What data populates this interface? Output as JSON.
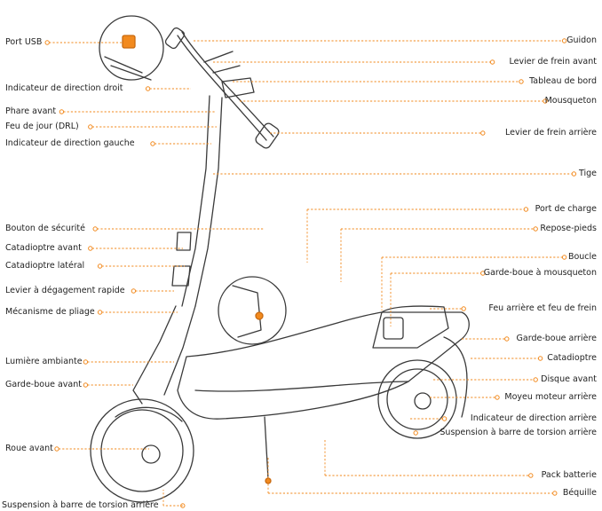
{
  "colors": {
    "accent": "#f28a1e",
    "line": "#3a3a3a",
    "text": "#222222"
  },
  "labels": {
    "left": [
      "Port USB",
      "Indicateur de direction droit",
      "Phare avant",
      "Feu de jour (DRL)",
      "Indicateur de direction gauche",
      "Bouton de sécurité",
      "Catadioptre avant",
      "Catadioptre latéral",
      "Levier à dégagement rapide",
      "Mécanisme de pliage",
      "Lumière ambiante",
      "Garde-boue avant",
      "Roue avant",
      "Suspension à barre de torsion arrière"
    ],
    "right": [
      "Guidon",
      "Levier de frein avant",
      "Tableau de bord",
      "Mousqueton",
      "Levier de frein arrière",
      "Tige",
      "Port de charge",
      "Repose-pieds",
      "Boucle",
      "Garde-boue à mousqueton",
      "Feu arrière et feu de frein",
      "Garde-boue arrière",
      "Catadioptre",
      "Disque avant",
      "Moyeu moteur arrière",
      "Indicateur de direction arrière",
      "Suspension à barre de torsion arrière",
      "Pack batterie",
      "Béquille"
    ]
  }
}
